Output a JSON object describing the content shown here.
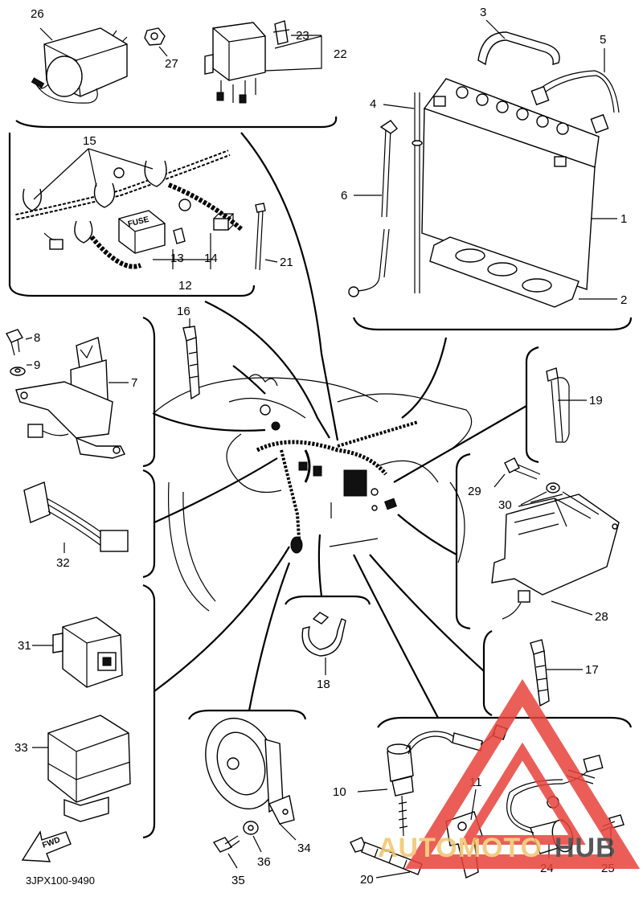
{
  "diagram": {
    "part_labels": [
      "1",
      "2",
      "3",
      "4",
      "5",
      "6",
      "7",
      "8",
      "9",
      "10",
      "11",
      "12",
      "13",
      "14",
      "15",
      "16",
      "17",
      "18",
      "19",
      "20",
      "21",
      "22",
      "23",
      "24",
      "25",
      "26",
      "27",
      "28",
      "29",
      "30",
      "31",
      "32",
      "33",
      "34",
      "35",
      "36"
    ],
    "drawing_code": "3JPX100-9490",
    "direction_badge": "FWD",
    "fuse_marking": "FUSE"
  },
  "watermark": {
    "text_main": "AUTOMOTO",
    "text_accent": "HUB",
    "color_main": "#f2c46b",
    "color_accent": "#3a3a3a",
    "triangle_color": "#e8433c"
  }
}
